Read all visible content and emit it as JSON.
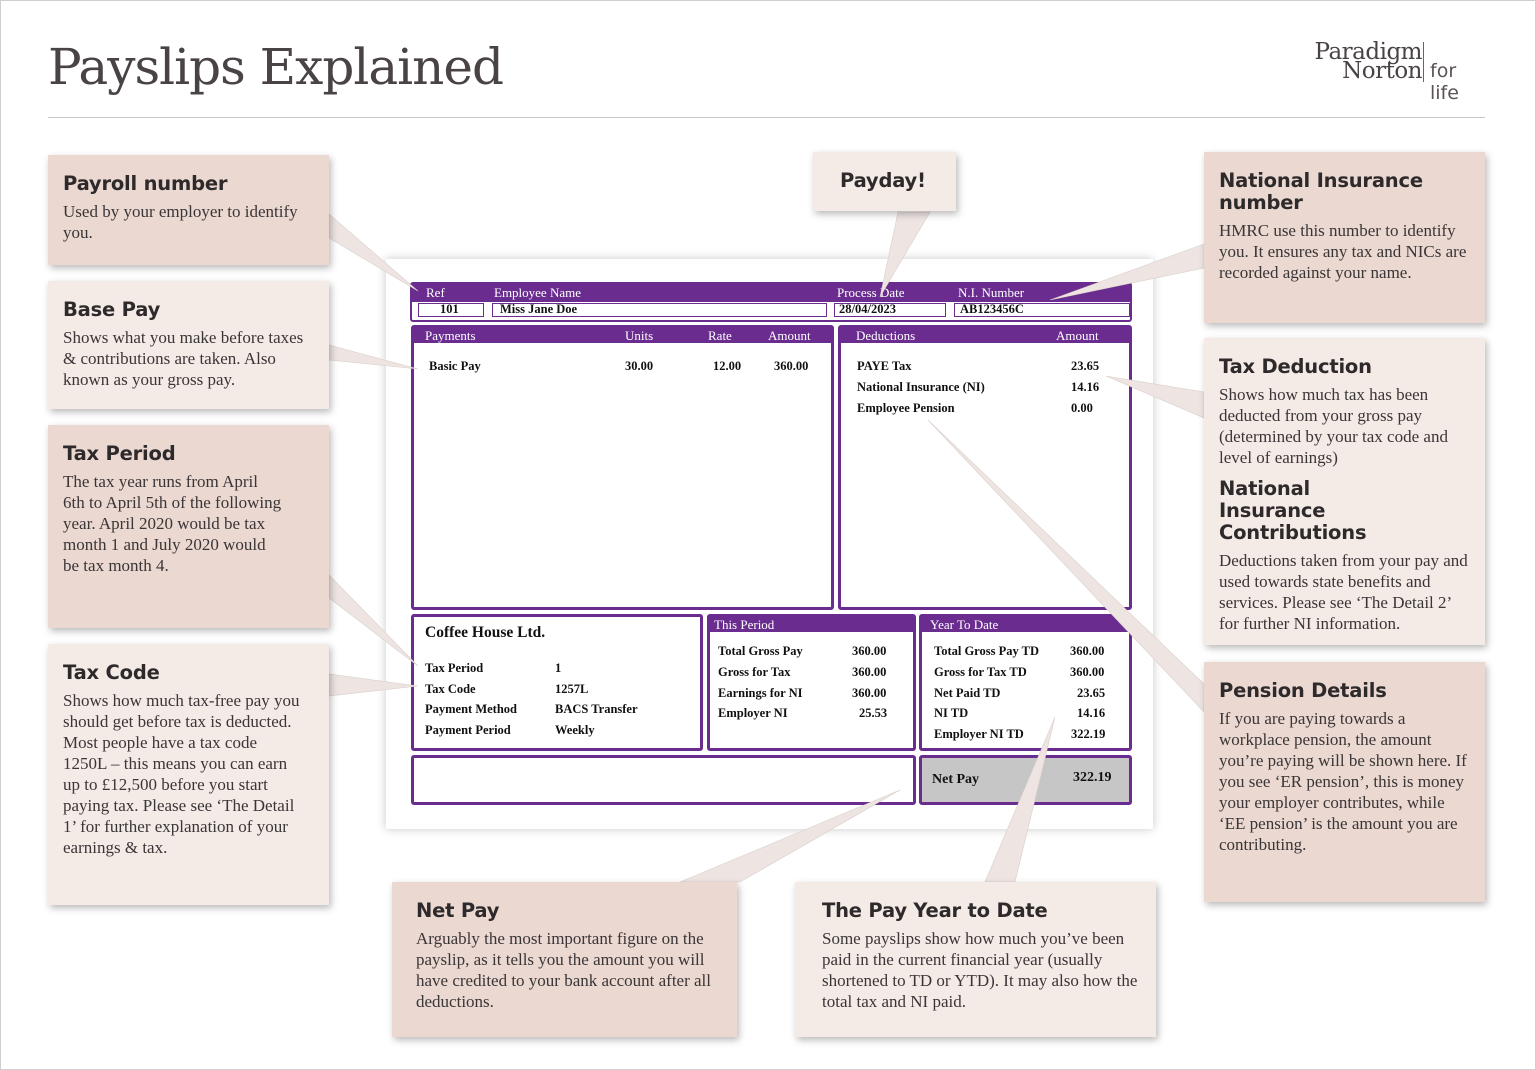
{
  "page": {
    "title": "Payslips Explained",
    "brand_line1": "Paradigm",
    "brand_line2": "Norton",
    "brand_tagline": "for life"
  },
  "callouts": {
    "payroll_number": {
      "title": "Payroll number",
      "body": "Used by your employer to identify you."
    },
    "base_pay": {
      "title": "Base Pay",
      "body": "Shows what you make before taxes & contributions are taken. Also known as your gross pay."
    },
    "tax_period": {
      "title": "Tax Period",
      "body": "The tax year runs from April 6th to April 5th of the following year. April 2020 would be tax month 1 and July 2020 would be tax month 4."
    },
    "tax_code": {
      "title": "Tax Code",
      "body": "Shows  how much tax-free pay you should get before tax is deducted. Most people have a tax code 1250L – this means you can earn up to £12,500 before you start paying tax. Please see ‘The Detail 1’ for further explanation of your earnings & tax."
    },
    "payday": {
      "title": "Payday!"
    },
    "national_insurance_number": {
      "title": "National Insurance number",
      "body": "HMRC use this number to identify you. It ensures any tax and NICs are recorded against your name."
    },
    "tax_deduction": {
      "title": "Tax Deduction",
      "body": "Shows how much tax has been deducted from your gross pay (determined by your tax code and level of earnings)"
    },
    "ni_contributions": {
      "title": "National Insurance Contributions",
      "body": "Deductions taken from your pay and used towards state benefits and services. Please see ‘The Detail 2’ for further NI information."
    },
    "pension_details": {
      "title": "Pension Details",
      "body": "If you are paying towards a workplace pension, the amount you’re paying will be shown here. If you see ‘ER pension’, this is money your employer contributes, while ‘EE pension’ is the amount you are contributing."
    },
    "net_pay": {
      "title": "Net Pay",
      "body": "Arguably the most important figure on the payslip, as it tells you the amount you will have credited to your bank account after all deductions."
    },
    "pay_year_to_date": {
      "title": "The Pay Year to Date",
      "body": "Some payslips show how much you’ve been paid in the current financial year (usually shortened to TD or YTD). It may also how the total tax and NI paid."
    }
  },
  "payslip": {
    "header": {
      "ref_label": "Ref",
      "ref": "101",
      "name_label": "Employee Name",
      "name": "Miss Jane Doe",
      "date_label": "Process Date",
      "date": "28/04/2023",
      "ni_label": "N.I. Number",
      "ni": "AB123456C"
    },
    "payments": {
      "label": "Payments",
      "units_label": "Units",
      "rate_label": "Rate",
      "amount_label": "Amount",
      "rows": [
        {
          "item": "Basic Pay",
          "units": "30.00",
          "rate": "12.00",
          "amount": "360.00"
        }
      ]
    },
    "deductions": {
      "label": "Deductions",
      "amount_label": "Amount",
      "rows": [
        {
          "item": "PAYE Tax",
          "amount": "23.65"
        },
        {
          "item": "National Insurance (NI)",
          "amount": "14.16"
        },
        {
          "item": "Employee Pension",
          "amount": "0.00"
        }
      ]
    },
    "employer": {
      "name": "Coffee House Ltd.",
      "rows": [
        {
          "label": "Tax Period",
          "value": "1"
        },
        {
          "label": "Tax Code",
          "value": "1257L"
        },
        {
          "label": "Payment Method",
          "value": "BACS Transfer"
        },
        {
          "label": "Payment Period",
          "value": "Weekly"
        }
      ]
    },
    "this_period": {
      "label": "This Period",
      "rows": [
        {
          "label": "Total Gross Pay",
          "value": "360.00"
        },
        {
          "label": "Gross for Tax",
          "value": "360.00"
        },
        {
          "label": "Earnings for NI",
          "value": "360.00"
        },
        {
          "label": "Employer NI",
          "value": "25.53"
        }
      ]
    },
    "year_to_date": {
      "label": "Year To Date",
      "rows": [
        {
          "label": "Total Gross Pay TD",
          "value": "360.00"
        },
        {
          "label": "Gross for Tax TD",
          "value": "360.00"
        },
        {
          "label": "Net Paid TD",
          "value": "23.65"
        },
        {
          "label": "NI TD",
          "value": "14.16"
        },
        {
          "label": "Employer NI TD",
          "value": "322.19"
        }
      ]
    },
    "net_pay": {
      "label": "Net Pay",
      "value": "322.19"
    }
  },
  "colors": {
    "payslip_purple": "#6a2d8f",
    "callout_dark": "#ead8d1",
    "callout_light": "#f4ebe7"
  }
}
